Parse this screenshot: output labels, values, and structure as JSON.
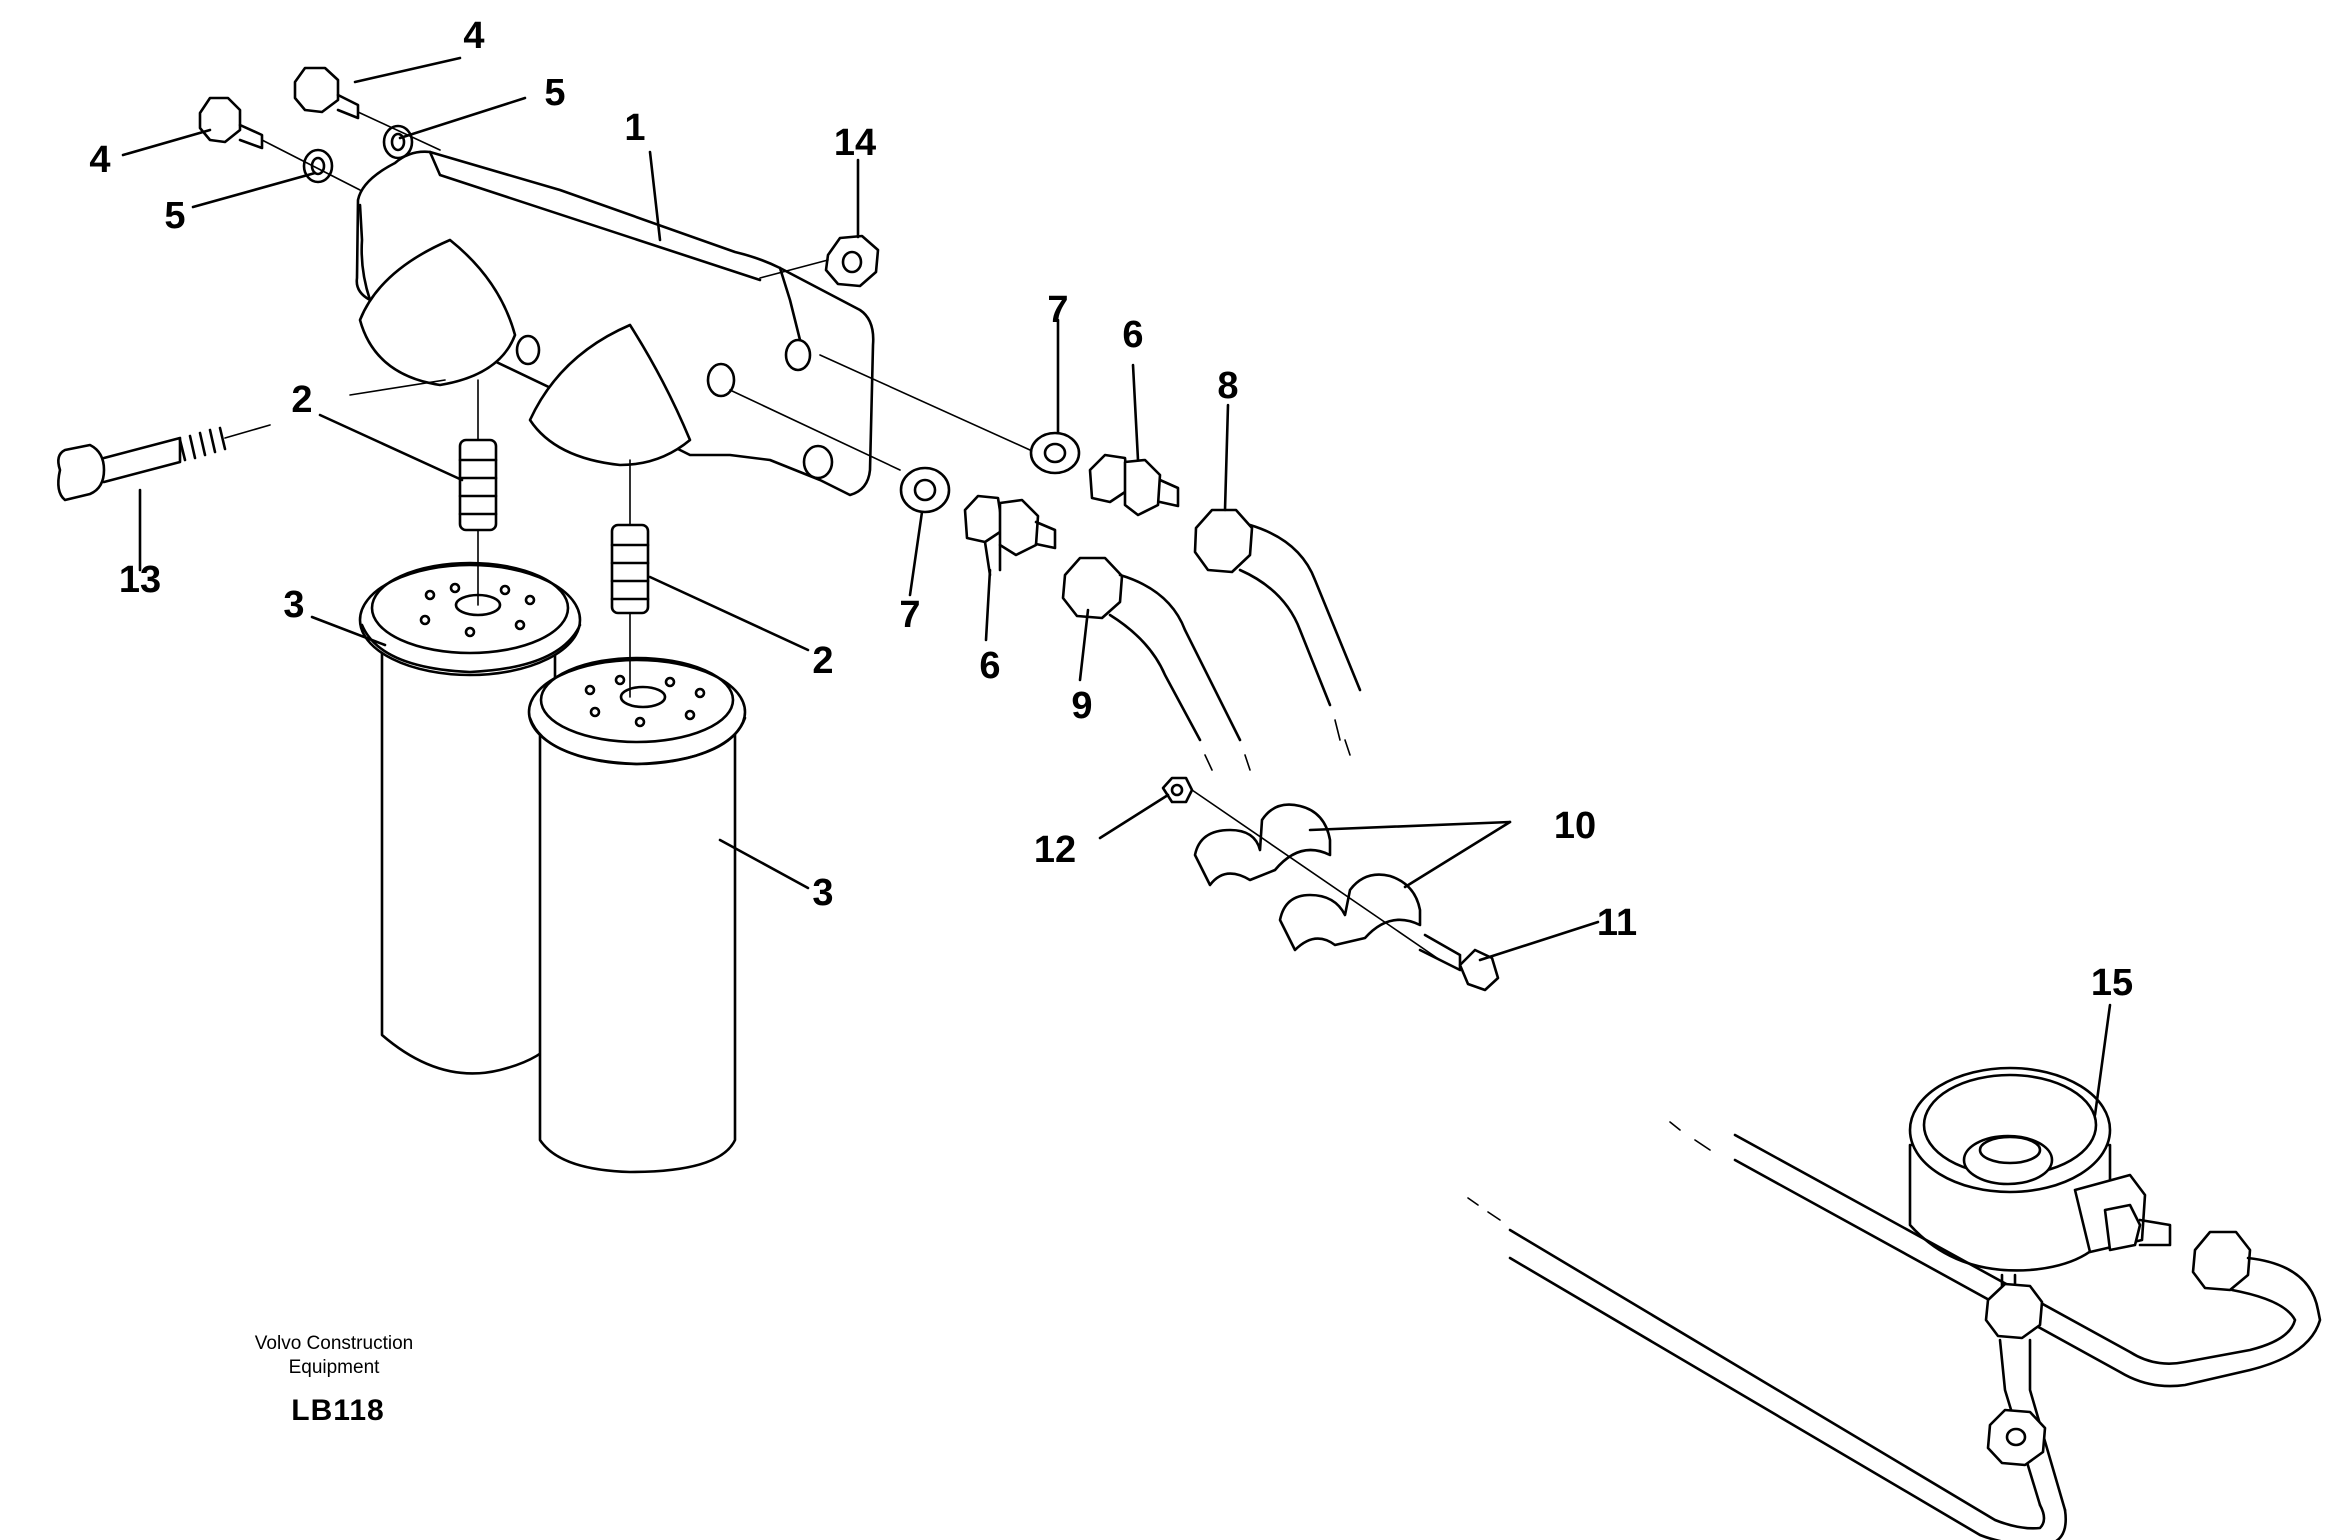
{
  "diagram": {
    "callouts": {
      "c1": "1",
      "c2a": "2",
      "c2b": "2",
      "c3a": "3",
      "c3b": "3",
      "c4a": "4",
      "c4b": "4",
      "c5a": "5",
      "c5b": "5",
      "c6a": "6",
      "c6b": "6",
      "c7a": "7",
      "c7b": "7",
      "c8": "8",
      "c9": "9",
      "c10": "10",
      "c11": "11",
      "c12": "12",
      "c13": "13",
      "c14": "14",
      "c15": "15"
    },
    "footer": {
      "brand_line1": "Volvo Construction",
      "brand_line2": "Equipment",
      "code": "LB118"
    }
  }
}
